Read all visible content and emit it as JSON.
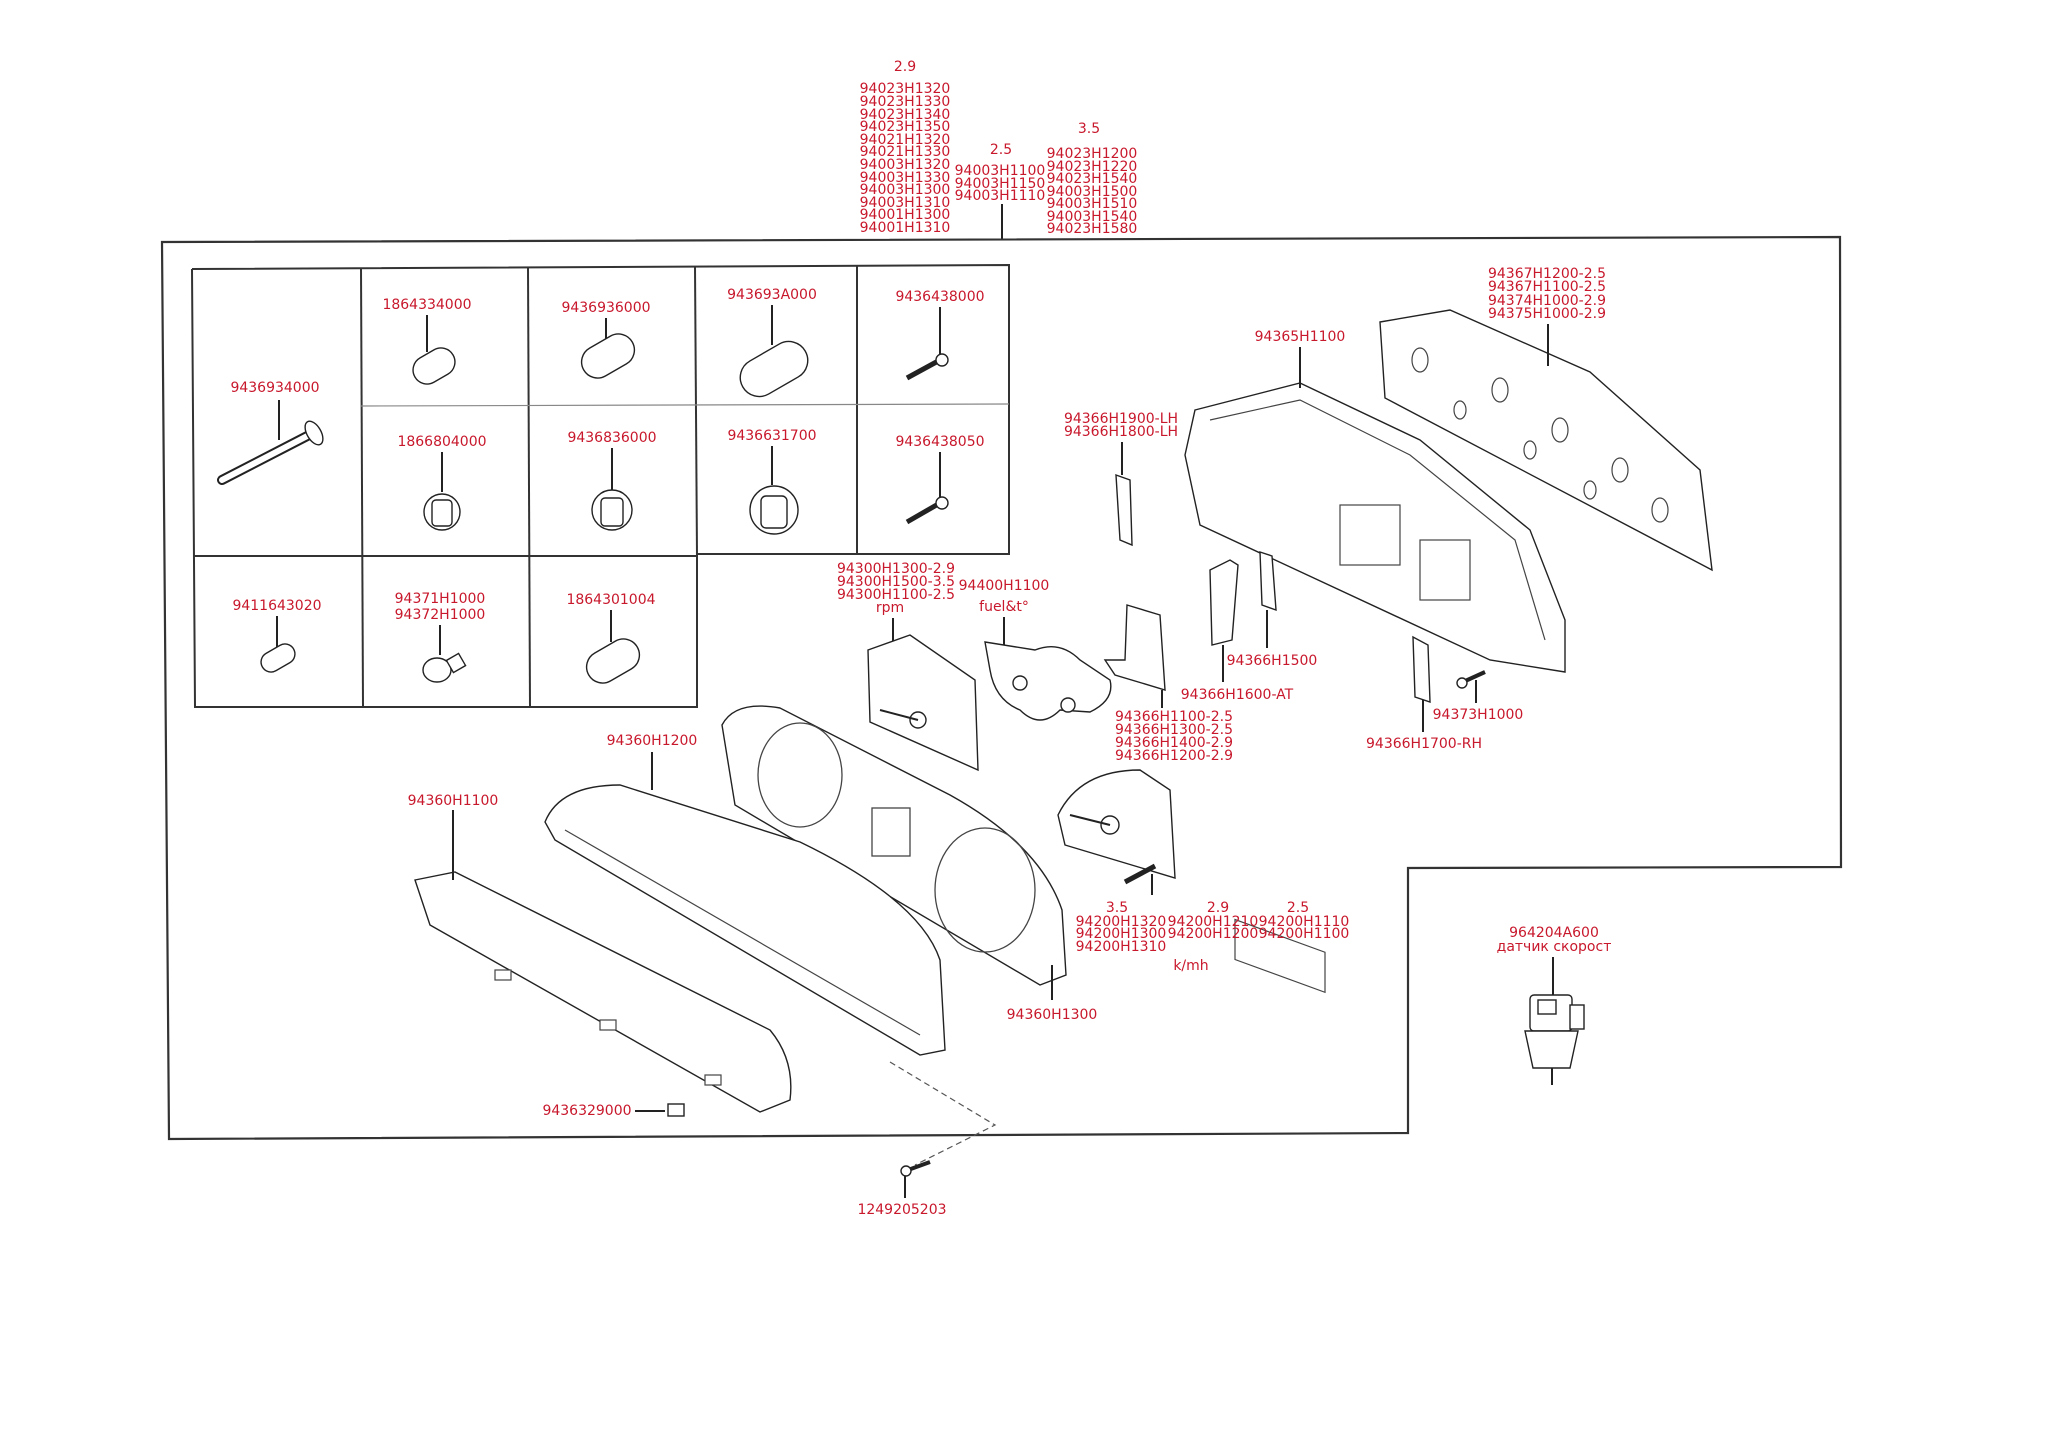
{
  "title_groups": {
    "g29": {
      "label": "2.9",
      "parts": [
        "94023H1320",
        "94023H1330",
        "94023H1340",
        "94023H1350",
        "94021H1320",
        "94021H1330",
        "94003H1320",
        "94003H1330",
        "94003H1300",
        "94003H1310",
        "94001H1300",
        "94001H1310"
      ]
    },
    "g25": {
      "label": "2.5",
      "parts": [
        "94003H1100",
        "94003H1150",
        "94003H1110"
      ]
    },
    "g35": {
      "label": "3.5",
      "parts": [
        "94023H1200",
        "94023H1220",
        "94023H1540",
        "94003H1500",
        "94003H1510",
        "94003H1540",
        "94023H1580"
      ]
    }
  },
  "grid_parts": {
    "pin": "9436934000",
    "bulb1": "1864334000",
    "bulb2": "9436936000",
    "bulb3": "943693A000",
    "screw1": "9436438000",
    "socket1": "1866804000",
    "socket2": "9436836000",
    "socket3": "9436631700",
    "screw2": "9436438050",
    "bulb4": "9411643020",
    "bulb5": [
      "94371H1000",
      "94372H1000"
    ],
    "bulb6": "1864301004"
  },
  "parts": {
    "case": "94365H1100",
    "pcb": [
      "94367H1200-2.5",
      "94367H1100-2.5",
      "94374H1000-2.9",
      "94375H1000-2.9"
    ],
    "lh": [
      "94366H1900-LH",
      "94366H1800-LH"
    ],
    "tach": [
      "94300H1300-2.9",
      "94300H1500-3.5",
      "94300H1100-2.5",
      "rpm"
    ],
    "fuel": [
      "94400H1100",
      "fuel&t°"
    ],
    "p1500": "94366H1500",
    "p1600": "94366H1600-AT",
    "plate": [
      "94366H1100-2.5",
      "94366H1300-2.5",
      "94366H1400-2.9",
      "94366H1200-2.9"
    ],
    "screw3": "94373H1000",
    "rh": "94366H1700-RH",
    "lens": "94360H1200",
    "bezel": "94360H1100",
    "dialface": "94360H1300",
    "speedo": {
      "g35": {
        "label": "3.5",
        "parts": [
          "94200H1320",
          "94200H1300",
          "94200H1310"
        ]
      },
      "g29": {
        "label": "2.9",
        "parts": [
          "94200H1210",
          "94200H1200"
        ]
      },
      "g25": {
        "label": "2.5",
        "parts": [
          "94200H1110",
          "94200H1100"
        ]
      },
      "unit": "k/mh"
    },
    "sensor": [
      "964204A600",
      "датчик скорост"
    ],
    "pad": "9436329000",
    "screw4": "1249205203"
  },
  "colors": {
    "label": "#c8182c",
    "line": "#222222"
  }
}
